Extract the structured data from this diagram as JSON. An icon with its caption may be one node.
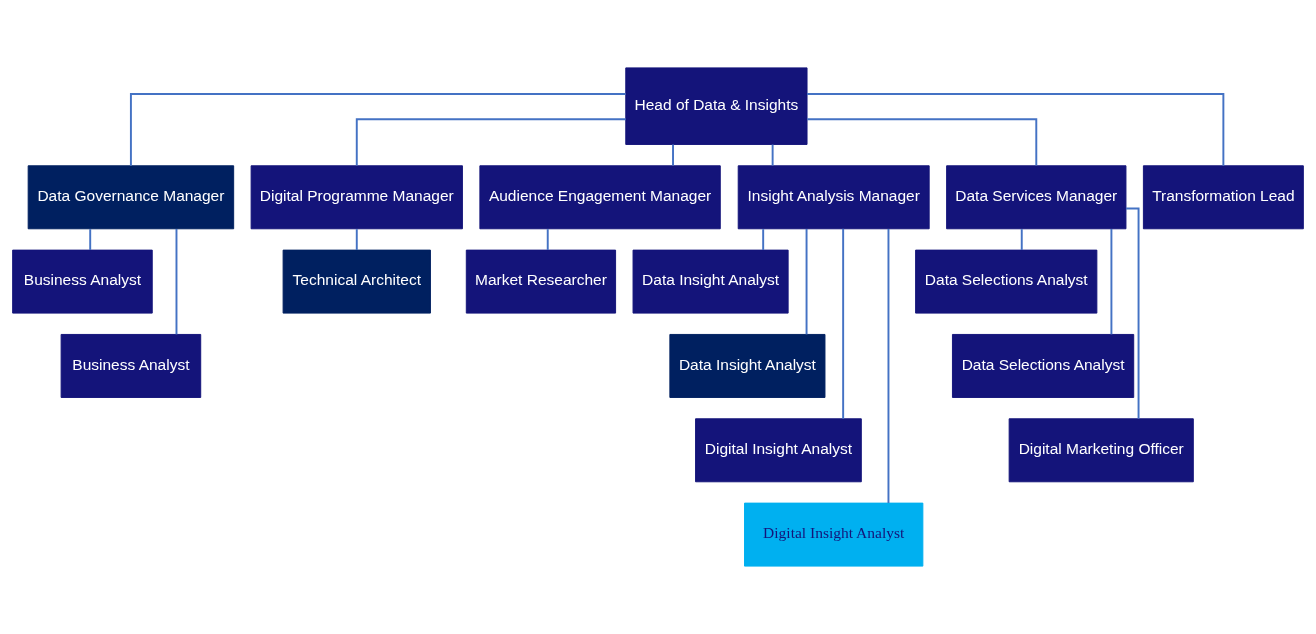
{
  "diagram": {
    "nodes": [
      {
        "text": [
          "Head of Data & Insights"
        ]
      },
      {
        "text": [
          "Data Governance Manager"
        ]
      },
      {
        "text": [
          "Digital Programme Manager"
        ]
      },
      {
        "text": [
          "Audience Engagement Manager"
        ]
      },
      {
        "text": [
          "Insight Analysis Manager"
        ]
      },
      {
        "text": [
          "Data Services Manager"
        ]
      },
      {
        "text": [
          "Transformation Lead"
        ]
      },
      {
        "text": [
          "Business Analyst"
        ]
      },
      {
        "text": [
          "Business Analyst"
        ]
      },
      {
        "text": [
          "Technical Architect"
        ]
      },
      {
        "text": [
          "Market Researcher"
        ]
      },
      {
        "text": [
          "Data Insight Analyst"
        ]
      },
      {
        "text": [
          "Data Insight Analyst"
        ]
      },
      {
        "text": [
          "Digital Insight Analyst"
        ]
      },
      {
        "text": [
          "Digital Insight Analyst"
        ]
      },
      {
        "text": [
          "Data Selections Analyst"
        ]
      },
      {
        "text": [
          "Data Selections Analyst"
        ]
      },
      {
        "text": [
          "Digital Marketing Officer"
        ]
      }
    ],
    "edges": [
      {
        "from": 0,
        "to": 1,
        "arrow": "none"
      },
      {
        "from": 0,
        "to": 2,
        "arrow": "none"
      },
      {
        "from": 0,
        "to": 3,
        "arrow": "none"
      },
      {
        "from": 0,
        "to": 4,
        "arrow": "none"
      },
      {
        "from": 0,
        "to": 5,
        "arrow": "none"
      },
      {
        "from": 0,
        "to": 6,
        "arrow": "none"
      },
      {
        "from": 1,
        "to": 7,
        "arrow": "none"
      },
      {
        "from": 1,
        "to": 8,
        "arrow": "none"
      },
      {
        "from": 2,
        "to": 9,
        "arrow": "none"
      },
      {
        "from": 3,
        "to": 10,
        "arrow": "none"
      },
      {
        "from": 4,
        "to": 11,
        "arrow": "none"
      },
      {
        "from": 4,
        "to": 12,
        "arrow": "none"
      },
      {
        "from": 4,
        "to": 13,
        "arrow": "none"
      },
      {
        "from": 4,
        "to": 14,
        "arrow": "none"
      },
      {
        "from": 5,
        "to": 15,
        "arrow": "none"
      },
      {
        "from": 5,
        "to": 16,
        "arrow": "none"
      },
      {
        "from": 5,
        "to": 17,
        "arrow": "none"
      }
    ]
  }
}
